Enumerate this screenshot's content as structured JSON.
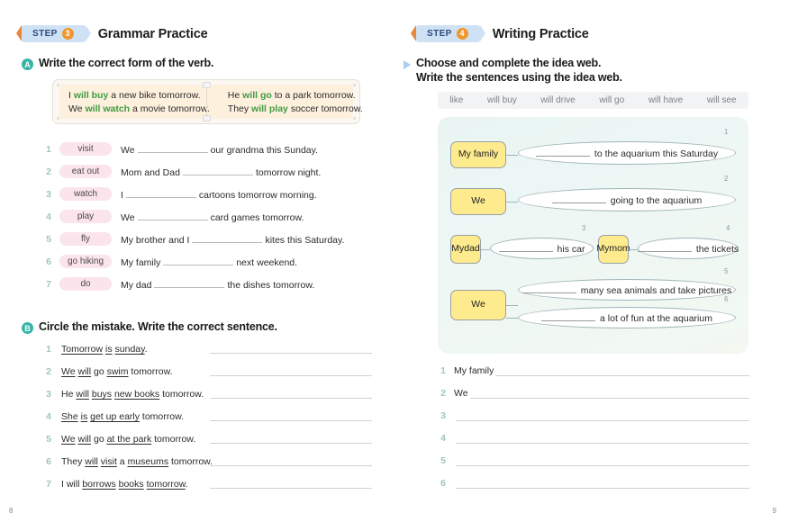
{
  "left": {
    "step": {
      "label": "STEP",
      "number": "3",
      "title": "Grammar Practice"
    },
    "section_a": {
      "letter": "A",
      "instruction": "Write the correct form of the verb.",
      "example": {
        "col1": [
          {
            "pre": "I ",
            "verb": "will buy",
            "post": " a new bike tomorrow."
          },
          {
            "pre": "We ",
            "verb": "will watch",
            "post": " a movie tomorrow."
          }
        ],
        "col2": [
          {
            "pre": "He ",
            "verb": "will go",
            "post": " to a park tomorrow."
          },
          {
            "pre": "They ",
            "verb": "will play",
            "post": " soccer tomorrow."
          }
        ]
      },
      "items": [
        {
          "num": "1",
          "chip": "visit",
          "pre": "We",
          "post": "our grandma this Sunday."
        },
        {
          "num": "2",
          "chip": "eat out",
          "pre": "Mom and Dad",
          "post": "tomorrow night."
        },
        {
          "num": "3",
          "chip": "watch",
          "pre": "I",
          "post": "cartoons tomorrow morning."
        },
        {
          "num": "4",
          "chip": "play",
          "pre": "We",
          "post": "card games tomorrow."
        },
        {
          "num": "5",
          "chip": "fly",
          "pre": "My brother and I",
          "post": "kites this Saturday."
        },
        {
          "num": "6",
          "chip": "go hiking",
          "pre": "My family",
          "post": "next weekend."
        },
        {
          "num": "7",
          "chip": "do",
          "pre": "My dad",
          "post": "the dishes tomorrow."
        }
      ]
    },
    "section_b": {
      "letter": "B",
      "instruction": "Circle the mistake. Write the correct sentence.",
      "items": [
        {
          "num": "1",
          "html": "<u>Tomorrow</u> <u>is</u> <u>sunday</u>."
        },
        {
          "num": "2",
          "html": "<u>We</u> <u>will</u> go <u>swim</u> tomorrow."
        },
        {
          "num": "3",
          "html": "He <u>will</u> <u>buys</u> <u>new books</u> tomorrow."
        },
        {
          "num": "4",
          "html": "<u>She</u> <u>is</u> <u>get up early</u> tomorrow."
        },
        {
          "num": "5",
          "html": "<u>We</u> <u>will</u> go <u>at the park</u> tomorrow."
        },
        {
          "num": "6",
          "html": "They <u>will</u> <u>visit</u> a <u>museums</u> tomorrow."
        },
        {
          "num": "7",
          "html": "I will <u>borrows</u> <u>books</u> <u>tomorrow</u>."
        }
      ]
    },
    "page_number": "8"
  },
  "right": {
    "step": {
      "label": "STEP",
      "number": "4",
      "title": "Writing Practice"
    },
    "instruction_line1": "Choose and complete the idea web.",
    "instruction_line2": "Write the sentences using the idea web.",
    "word_bank": [
      "like",
      "will buy",
      "will drive",
      "will go",
      "will have",
      "will see"
    ],
    "idea_web": [
      {
        "num": "1",
        "box": "My family",
        "text": "to the aquarium this Saturday"
      },
      {
        "num": "2",
        "box": "We",
        "text": "going to the aquarium"
      },
      {
        "num": "3",
        "box": "My\ndad",
        "text": "his car"
      },
      {
        "num": "4",
        "box": "My\nmom",
        "text": "the tickets"
      },
      {
        "num": "5",
        "box": "We",
        "text": "many sea animals and take pictures"
      },
      {
        "num": "6",
        "box": "",
        "text": "a lot of fun at the aquarium"
      }
    ],
    "writing_lines": [
      {
        "num": "1",
        "prefix": "My family"
      },
      {
        "num": "2",
        "prefix": "We"
      },
      {
        "num": "3",
        "prefix": ""
      },
      {
        "num": "4",
        "prefix": ""
      },
      {
        "num": "5",
        "prefix": ""
      },
      {
        "num": "6",
        "prefix": ""
      }
    ],
    "page_number": "9"
  }
}
